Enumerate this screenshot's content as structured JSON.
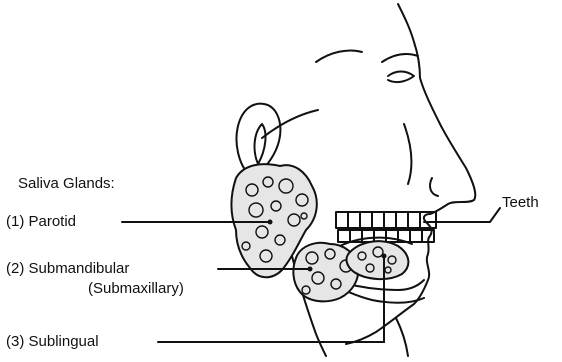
{
  "diagram": {
    "labels": {
      "heading": "Saliva Glands:",
      "parotid": "(1) Parotid",
      "submandibular": "(2) Submandibular",
      "submaxillary": "(Submaxillary)",
      "sublingual": "(3) Sublingual",
      "teeth": "Teeth"
    }
  }
}
